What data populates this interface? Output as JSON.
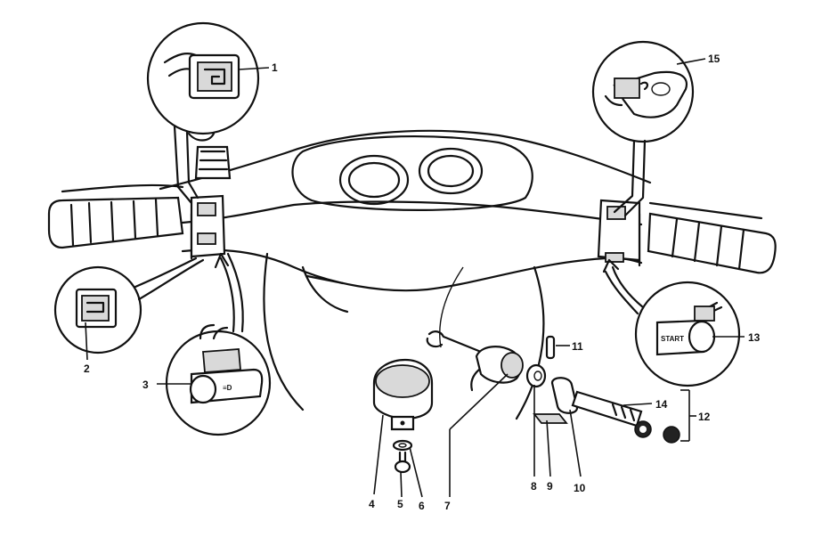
{
  "callouts": [
    {
      "id": "1",
      "text": "1"
    },
    {
      "id": "2",
      "text": "2"
    },
    {
      "id": "3",
      "text": "3"
    },
    {
      "id": "4",
      "text": "4"
    },
    {
      "id": "5",
      "text": "5"
    },
    {
      "id": "6",
      "text": "6"
    },
    {
      "id": "7",
      "text": "7"
    },
    {
      "id": "8",
      "text": "8"
    },
    {
      "id": "9",
      "text": "9"
    },
    {
      "id": "10",
      "text": "10"
    },
    {
      "id": "11",
      "text": "11"
    },
    {
      "id": "12",
      "text": "12"
    },
    {
      "id": "13",
      "text": "13"
    },
    {
      "id": "14",
      "text": "14"
    },
    {
      "id": "15",
      "text": "15"
    }
  ],
  "switch_labels": {
    "start": "START"
  }
}
